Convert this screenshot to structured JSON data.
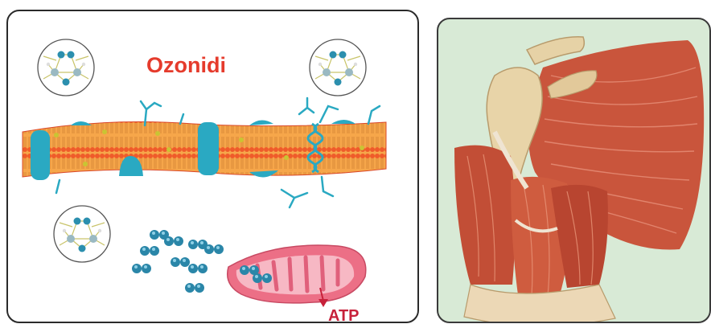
{
  "left_panel": {
    "title": "Ozonidi",
    "atp_label": "ATP"
  },
  "colors": {
    "ozonide_title": "#e53b2c",
    "membrane": "#ef5b2a",
    "protein": "#2aa9c2",
    "mitochondrion": "#ec6f86",
    "atp_label": "#c7213a",
    "right_background": "#d8ead6",
    "muscle": "#c9553c"
  },
  "icons": [
    "ozonide-molecule-icon",
    "oxygen-molecule-icon",
    "mitochondrion-icon",
    "cell-membrane-icon",
    "shoulder-muscle-illustration"
  ]
}
